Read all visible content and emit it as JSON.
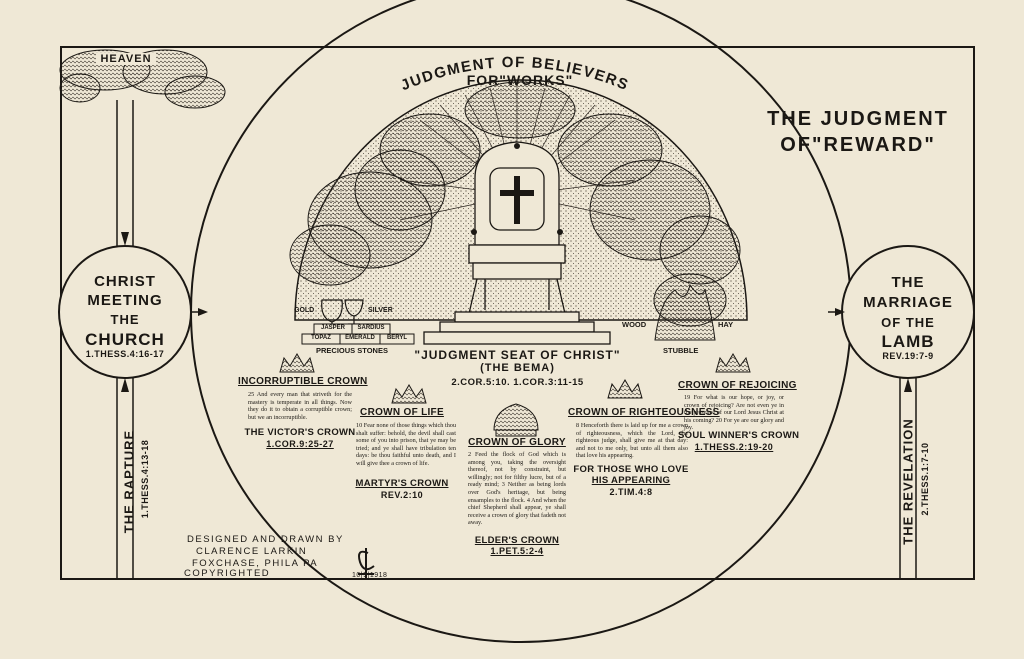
{
  "heaven": "HEAVEN",
  "arc_title_1": "JUDGMENT OF BELIEVERS",
  "arc_title_2": "FOR\"WORKS\"",
  "main_title_1": "THE JUDGMENT",
  "main_title_2": "OF\"REWARD\"",
  "left_circle": {
    "l1": "CHRIST",
    "l2": "MEETING",
    "l3": "THE",
    "l4": "CHURCH",
    "ref": "1.THESS.4:16-17"
  },
  "right_circle": {
    "l1": "THE",
    "l2": "MARRIAGE",
    "l3": "OF THE",
    "l4": "LAMB",
    "ref": "REV.19:7-9"
  },
  "rapture": {
    "label": "THE RAPTURE",
    "ref": "1.THESS.4:13-18"
  },
  "revelation": {
    "label": "THE REVELATION",
    "ref": "2.THESS.1:7-10"
  },
  "materials": {
    "gold": "GOLD",
    "silver": "SILVER",
    "jasper": "JASPER",
    "sardius": "SARDIUS",
    "topaz": "TOPAZ",
    "emerald": "EMERALD",
    "beryl": "BERYL",
    "precious": "PRECIOUS STONES",
    "wood": "WOOD",
    "hay": "HAY",
    "stubble": "STUBBLE"
  },
  "seat": {
    "title": "\"JUDGMENT SEAT OF CHRIST\"",
    "sub": "(THE BEMA)",
    "ref": "2.COR.5:10.  1.COR.3:11-15"
  },
  "crowns": {
    "incorruptible": {
      "title": "INCORRUPTIBLE CROWN",
      "text": "25 And every man that striveth for the mastery is temperate in all things. Now they do it to obtain a corruptible crown; but we an incorruptible.",
      "name": "THE VICTOR'S CROWN",
      "ref": "1.COR.9:25-27"
    },
    "life": {
      "title": "CROWN OF LIFE",
      "text": "10 Fear none of those things which thou shalt suffer: behold, the devil shall cast some of you into prison, that ye may be tried; and ye shall have tribulation ten days: be thou faithful unto death, and I will give thee a crown of life.",
      "name": "MARTYR'S CROWN",
      "ref": "REV.2:10"
    },
    "glory": {
      "title": "CROWN OF GLORY",
      "text": "2 Feed the flock of God which is among you, taking the oversight thereof, not by constraint, but willingly; not for filthy lucre, but of a ready mind; 3 Neither as being lords over God's heritage, but being ensamples to the flock. 4 And when the chief Shepherd shall appear, ye shall receive a crown of glory that fadeth not away.",
      "name": "ELDER'S CROWN",
      "ref": "1.PET.5:2-4"
    },
    "righteousness": {
      "title": "CROWN OF RIGHTEOUSNESS",
      "text": "8 Henceforth there is laid up for me a crown of righteousness, which the Lord, the righteous judge, shall give me at that day: and not to me only, but unto all them also that love his appearing.",
      "name1": "FOR THOSE WHO LOVE",
      "name2": "HIS APPEARING",
      "ref": "2.TIM.4:8"
    },
    "rejoicing": {
      "title": "CROWN OF REJOICING",
      "text": "19 For what is our hope, or joy, or crown of rejoicing? Are not even ye in the presence of our Lord Jesus Christ at his coming? 20 For ye are our glory and joy.",
      "name": "SOUL WINNER'S CROWN",
      "ref": "1.THESS.2:19-20"
    }
  },
  "credit": {
    "l1": "DESIGNED AND DRAWN BY",
    "l2": "CLARENCE LARKIN",
    "l3": "FOXCHASE, PHILA PA",
    "l4": "COPYRIGHTED"
  },
  "monogram_date": "10|9|1918"
}
